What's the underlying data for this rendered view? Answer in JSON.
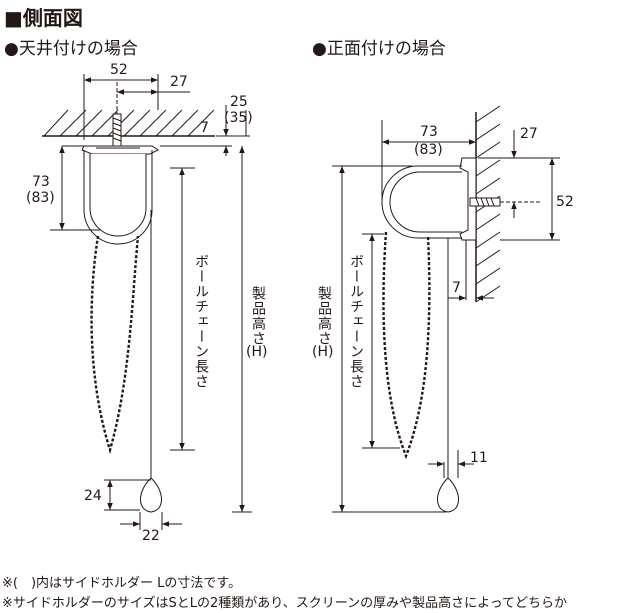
{
  "page": {
    "title": "■側面図",
    "ceiling_heading": "●天井付けの場合",
    "wall_heading": "●正面付けの場合"
  },
  "ceiling": {
    "dim_width": "52",
    "dim_27": "27",
    "dim_25": "25",
    "dim_25_alt": "(35)",
    "dim_7": "7",
    "dim_73": "73",
    "dim_73_alt": "(83)",
    "chain_label": "ボールチェーン長さ",
    "height_label": "製品高さ",
    "height_symbol": "(H)",
    "dim_24": "24",
    "dim_22": "22"
  },
  "wall": {
    "dim_73": "73",
    "dim_73_alt": "(83)",
    "dim_27": "27",
    "dim_52": "52",
    "dim_7": "7",
    "height_label": "製品高さ",
    "height_symbol": "(H)",
    "chain_label": "ボールチェーン長さ",
    "dim_11": "11"
  },
  "notes": {
    "line1": "※(　)内はサイドホルダー Lの寸法です。",
    "line2": "※サイドホルダーのサイズはSとLの2種類があり、スクリーンの厚みや製品高さによってどちらか"
  }
}
